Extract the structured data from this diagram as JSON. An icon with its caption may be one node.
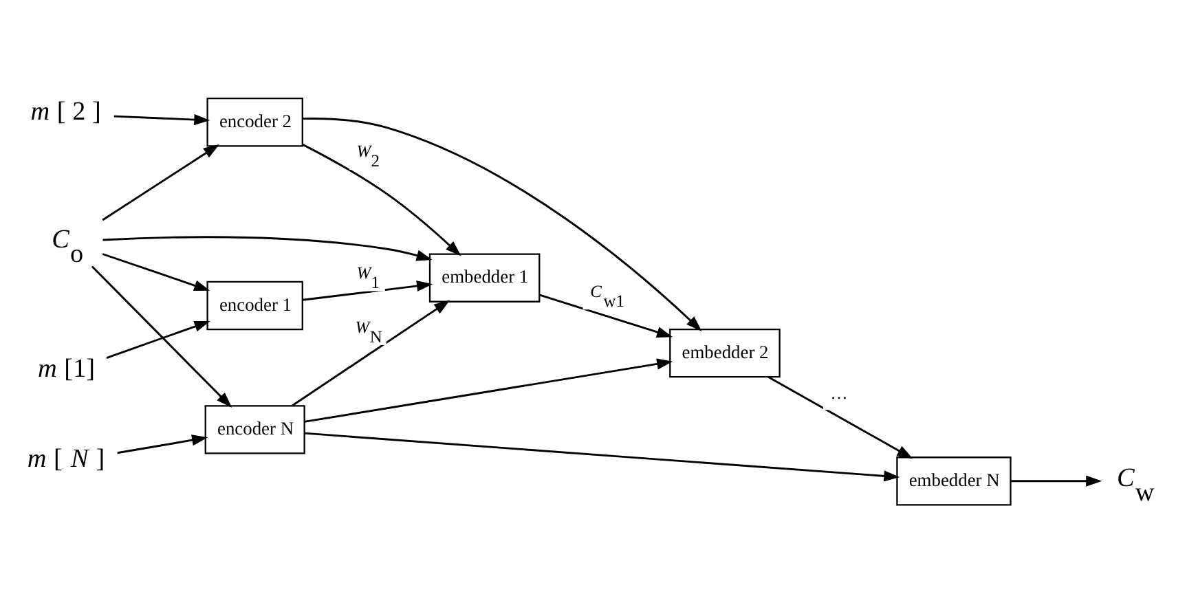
{
  "diagram": {
    "nodes": [
      {
        "text": [
          "*m* [1]"
        ]
      },
      {
        "text": [
          "encoder 1"
        ]
      },
      {
        "text": [
          "embedder 1"
        ]
      },
      {
        "text": [
          "embedder 2"
        ]
      },
      {
        "text": [
          "embedder N"
        ]
      },
      {
        "text": [
          "*C*$_{w}$"
        ]
      },
      {
        "text": [
          "*C*$_{o}$"
        ]
      },
      {
        "text": [
          "*m* [ 2 ]"
        ]
      },
      {
        "text": [
          "encoder 2"
        ]
      },
      {
        "text": [
          "*m* [ *N* ]"
        ]
      },
      {
        "text": [
          "encoder N"
        ]
      }
    ],
    "edges": [
      {
        "from": 0,
        "to": 1,
        "arrow": "to"
      },
      {
        "from": 1,
        "to": 2,
        "arrow": "to",
        "label": "*W*$_{1}$"
      },
      {
        "from": 2,
        "to": 3,
        "arrow": "to",
        "label": "*C*$_{w1}$"
      },
      {
        "from": 3,
        "to": 4,
        "arrow": "to",
        "label": "…"
      },
      {
        "from": 4,
        "to": 5,
        "arrow": "to"
      },
      {
        "from": 6,
        "to": 1,
        "arrow": "to"
      },
      {
        "from": 6,
        "to": 8,
        "arrow": "to"
      },
      {
        "from": 6,
        "to": 10,
        "arrow": "to"
      },
      {
        "from": 6,
        "to": 2,
        "arrow": "to"
      },
      {
        "from": 7,
        "to": 8,
        "arrow": "to"
      },
      {
        "from": 8,
        "to": 2,
        "arrow": "to",
        "label": "*W*$_{2}$"
      },
      {
        "from": 8,
        "to": 3,
        "arrow": "to"
      },
      {
        "from": 9,
        "to": 10,
        "arrow": "to"
      },
      {
        "from": 10,
        "to": 2,
        "arrow": "to",
        "label": "*W*$_{N}$"
      },
      {
        "from": 10,
        "to": 3,
        "arrow": "to"
      },
      {
        "from": 10,
        "to": 4,
        "arrow": "to"
      }
    ]
  }
}
